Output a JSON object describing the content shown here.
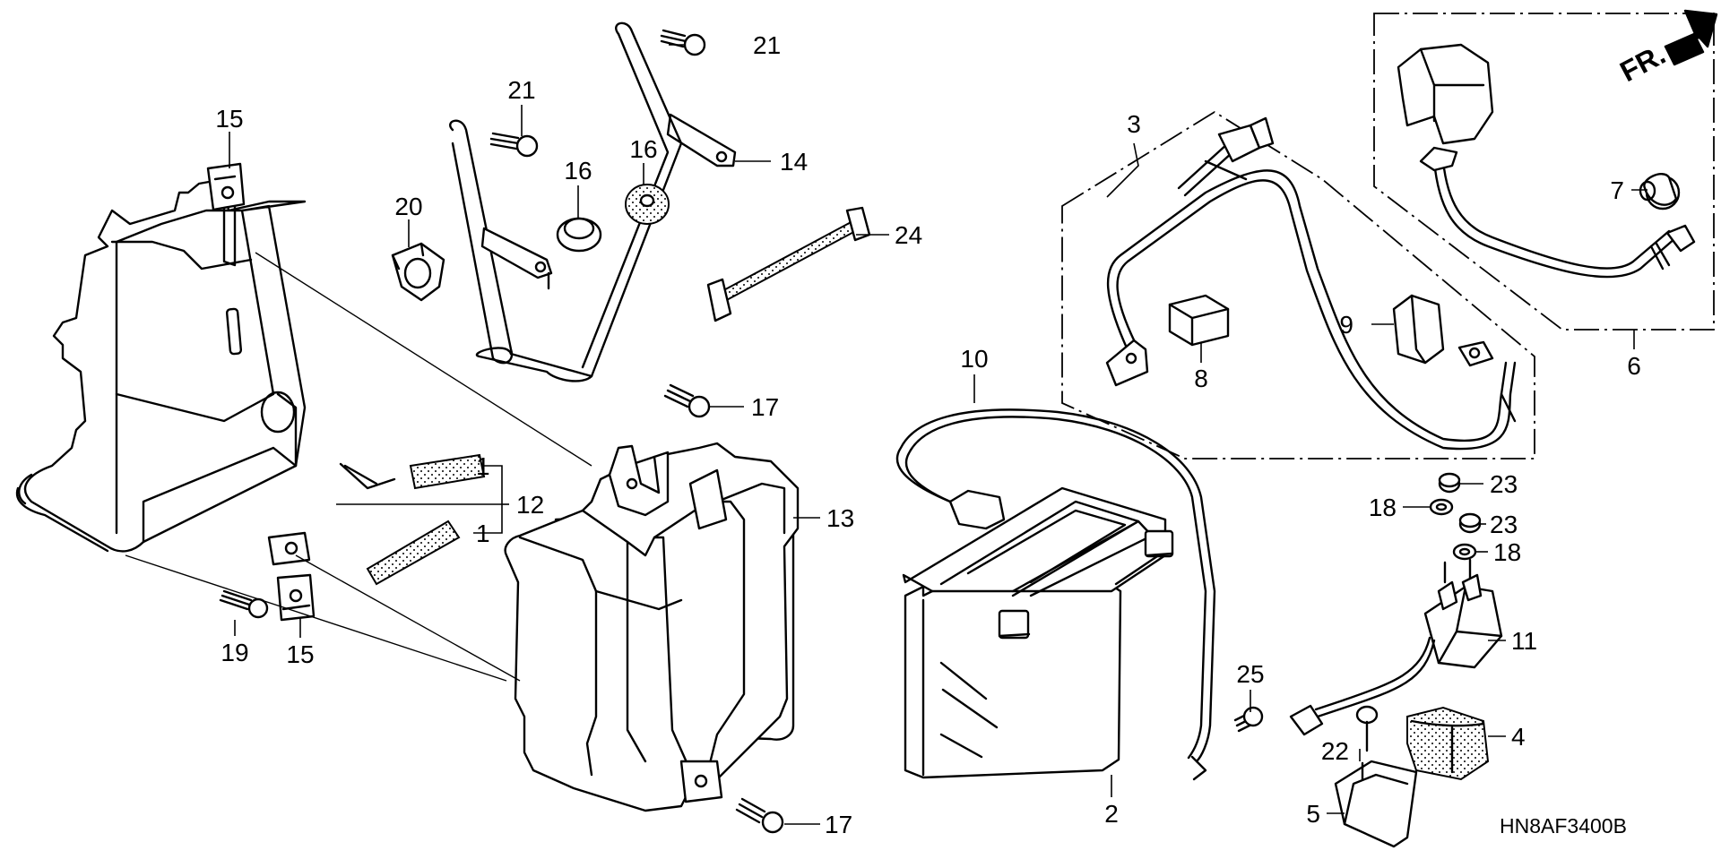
{
  "front_marker": {
    "label": "FR."
  },
  "callouts": [
    {
      "id": "c1a",
      "label": "1"
    },
    {
      "id": "c1b",
      "label": "1"
    },
    {
      "id": "c2",
      "label": "2"
    },
    {
      "id": "c3",
      "label": "3"
    },
    {
      "id": "c4",
      "label": "4"
    },
    {
      "id": "c5",
      "label": "5"
    },
    {
      "id": "c6",
      "label": "6"
    },
    {
      "id": "c7",
      "label": "7"
    },
    {
      "id": "c8",
      "label": "8"
    },
    {
      "id": "c9",
      "label": "9"
    },
    {
      "id": "c10",
      "label": "10"
    },
    {
      "id": "c11",
      "label": "11"
    },
    {
      "id": "c12",
      "label": "12"
    },
    {
      "id": "c13",
      "label": "13"
    },
    {
      "id": "c14",
      "label": "14"
    },
    {
      "id": "c15a",
      "label": "15"
    },
    {
      "id": "c15b",
      "label": "15"
    },
    {
      "id": "c16a",
      "label": "16"
    },
    {
      "id": "c16b",
      "label": "16"
    },
    {
      "id": "c17a",
      "label": "17"
    },
    {
      "id": "c17b",
      "label": "17"
    },
    {
      "id": "c18a",
      "label": "18"
    },
    {
      "id": "c18b",
      "label": "18"
    },
    {
      "id": "c19",
      "label": "19"
    },
    {
      "id": "c20",
      "label": "20"
    },
    {
      "id": "c21a",
      "label": "21"
    },
    {
      "id": "c21b",
      "label": "21"
    },
    {
      "id": "c22",
      "label": "22"
    },
    {
      "id": "c23a",
      "label": "23"
    },
    {
      "id": "c23b",
      "label": "23"
    },
    {
      "id": "c24",
      "label": "24"
    },
    {
      "id": "c25",
      "label": "25"
    }
  ],
  "drawing_code": "HN8AF3400B"
}
